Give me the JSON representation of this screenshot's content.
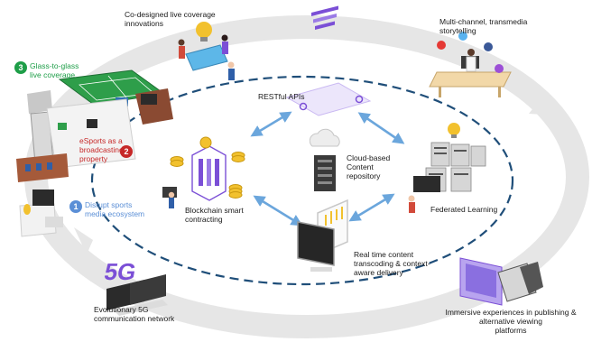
{
  "labels": {
    "codesigned": "Co-designed live coverage\ninnovations",
    "multichannel": "Multi-channel, transmedia\nstorytelling",
    "restful": "RESTful APIs",
    "cloud": "Cloud-based\nContent\nrepository",
    "blockchain": "Blockchain smart\ncontracting",
    "federated": "Federated Learning",
    "realtime": "Real time content\ntranscoding & context-\naware delivery",
    "fiveg": "Evolutionary 5G\ncommunication network",
    "immersive": "Immersive experiences in publishing &\nalternative viewing\nplatforms",
    "logo5g": "5G"
  },
  "pillars": [
    {
      "number": "3",
      "text": "Glass-to-glass\nlive coverage",
      "color": "#1e9e48"
    },
    {
      "number": "2",
      "text": "eSports as a\nbroadcasting\nproperty",
      "color": "#c62828"
    },
    {
      "number": "1",
      "text": "Disrupt sports\nmedia ecosystem",
      "color": "#5b8fd6"
    }
  ],
  "colors": {
    "outer_ring": "#e3e3e3",
    "dashed_ring": "#1f4e79",
    "arrows": "#6ba6dc",
    "accent_purple": "#7b4fd6",
    "green_field": "#2e9e4a",
    "gold": "#f2c12e"
  },
  "icons": [
    "youtube-icon",
    "twitter-icon",
    "facebook-icon",
    "instagram-icon",
    "lightbulb-icon",
    "cloud-icon",
    "server-icon",
    "coin-icon",
    "monitor-icon",
    "vr-headset-icon"
  ]
}
